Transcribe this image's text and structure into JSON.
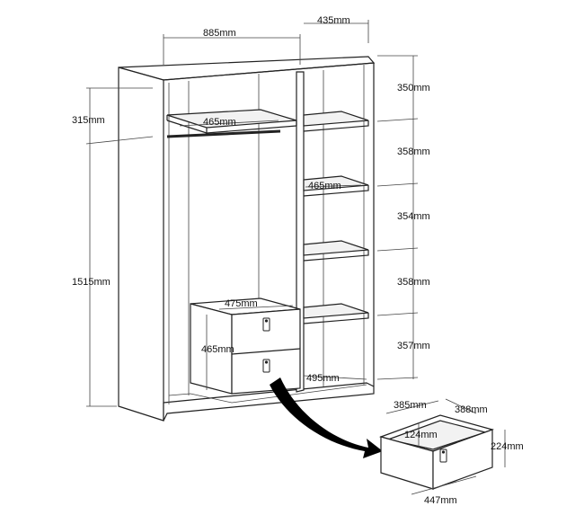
{
  "dimensions": {
    "width_top": "885mm",
    "depth_top": "435mm",
    "left_top_height": "315mm",
    "left_main_height": "1515mm",
    "hang_width": "465mm",
    "shelf_width": "465mm",
    "drawer_unit_width": "475mm",
    "drawer_unit_height": "465mm",
    "bottom_depth": "495mm",
    "shelf_gap_1": "350mm",
    "shelf_gap_2": "358mm",
    "shelf_gap_3": "354mm",
    "shelf_gap_4": "358mm",
    "shelf_gap_5": "357mm"
  },
  "drawer_detail": {
    "width": "385mm",
    "depth": "388mm",
    "inner_height": "124mm",
    "outer_height": "224mm",
    "front_width": "447mm"
  },
  "colors": {
    "line": "#222222",
    "arrow": "#000000",
    "background": "#ffffff"
  }
}
